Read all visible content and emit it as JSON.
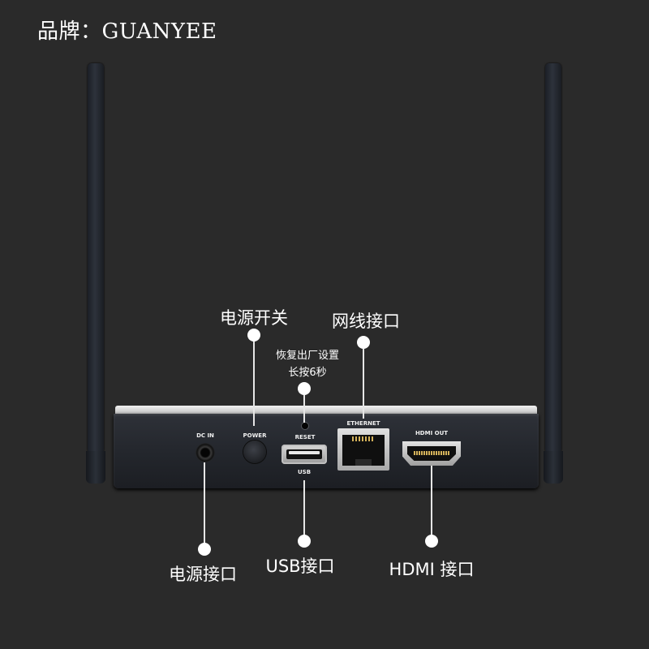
{
  "brand": {
    "text": "品牌：GUANYEE"
  },
  "panel": {
    "dc_in": "DC IN",
    "power": "POWER",
    "reset": "RESET",
    "usb": "USB",
    "ethernet": "ETHERNET",
    "hdmi_out": "HDMI OUT"
  },
  "callouts": {
    "power_switch": "电源开关",
    "network_port": "网线接口",
    "reset_note_line1": "恢复出厂设置",
    "reset_note_line2": "长按6秒",
    "power_port": "电源接口",
    "usb_port": "USB接口",
    "hdmi_port": "HDMI 接口"
  }
}
